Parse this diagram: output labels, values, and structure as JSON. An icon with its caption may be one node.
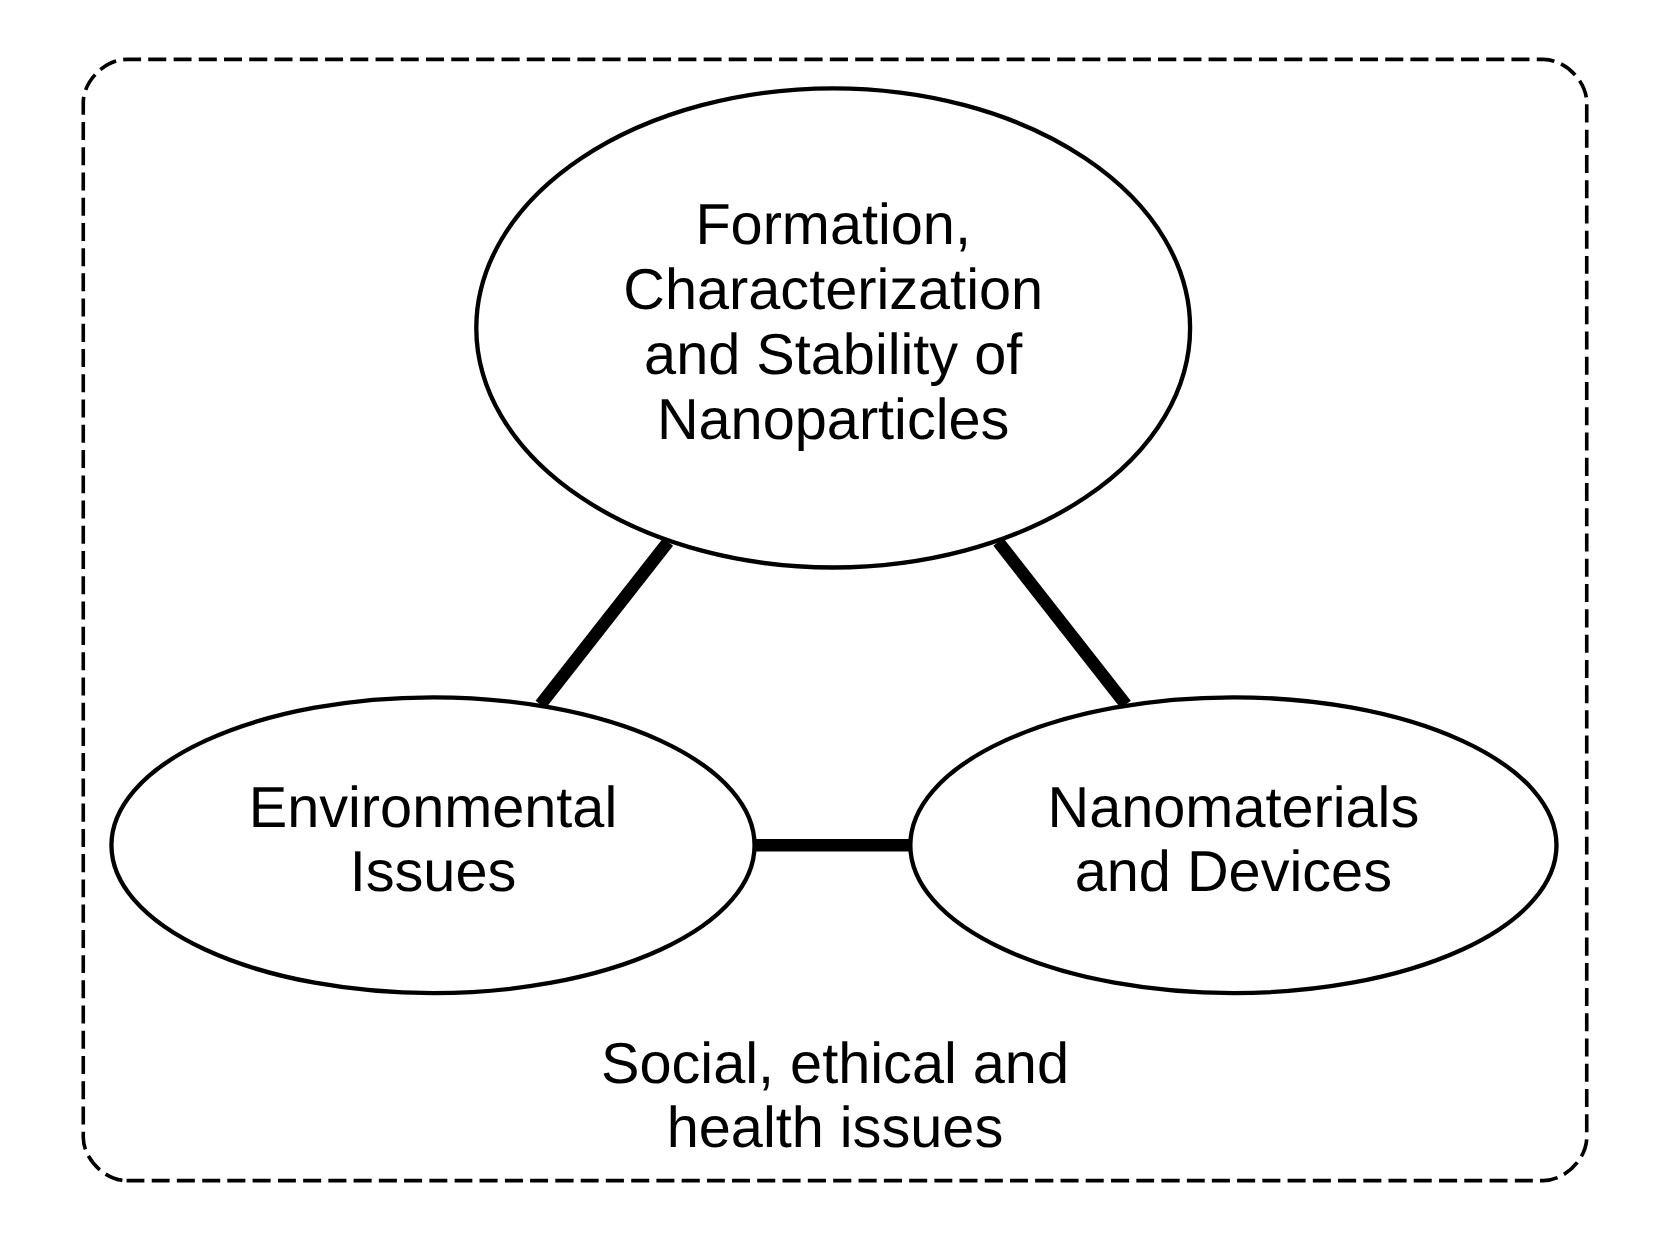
{
  "diagram": {
    "nodes": [
      {
        "text": [
          "Social, ethical and health issues"
        ]
      },
      {
        "text": [
          "Formation, Characterization and Stability of Nanoparticles"
        ],
        "in": 0
      },
      {
        "text": [
          "Environmental Issues"
        ],
        "in": 0
      },
      {
        "text": [
          "Nanomaterials and Devices"
        ],
        "in": 0
      }
    ],
    "edges": [
      {
        "from": 1,
        "to": 2,
        "arrow": "none"
      },
      {
        "from": 1,
        "to": 3,
        "arrow": "none"
      },
      {
        "from": 2,
        "to": 3,
        "arrow": "none"
      }
    ]
  }
}
